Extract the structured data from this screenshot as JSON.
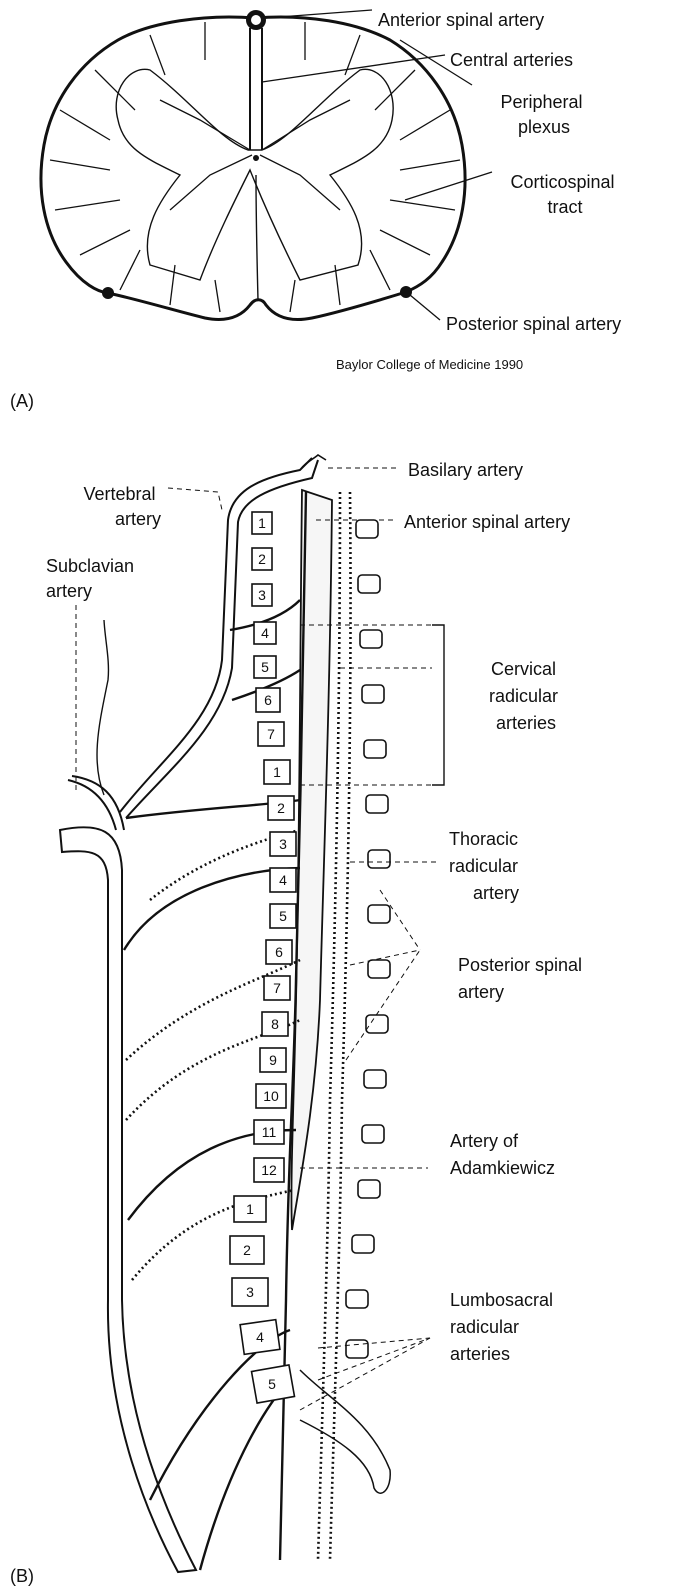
{
  "panel_a": {
    "panel_label": "(A)",
    "credit": "Baylor College of Medicine 1990",
    "labels": {
      "anterior_spinal_artery": "Anterior spinal artery",
      "central_arteries": "Central arteries",
      "peripheral_plexus": [
        "Peripheral",
        "plexus"
      ],
      "corticospinal_tract": [
        "Corticospinal",
        "tract"
      ],
      "posterior_spinal_artery": "Posterior spinal artery"
    }
  },
  "panel_b": {
    "panel_label": "(B)",
    "labels": {
      "basilary_artery": "Basilary artery",
      "vertebral_artery": [
        "Vertebral",
        "artery"
      ],
      "anterior_spinal_artery": "Anterior spinal artery",
      "subclavian_artery": [
        "Subclavian",
        "artery"
      ],
      "cervical_radicular_arteries": [
        "Cervical",
        "radicular",
        "arteries"
      ],
      "thoracic_radicular_artery": [
        "Thoracic",
        "radicular",
        "artery"
      ],
      "posterior_spinal_artery": [
        "Posterior spinal",
        "artery"
      ],
      "artery_of_adamkiewicz": [
        "Artery of",
        "Adamkiewicz"
      ],
      "lumbosacral_radicular_arteries": [
        "Lumbosacral",
        "radicular",
        "arteries"
      ]
    },
    "vertebrae": {
      "cervical": [
        "1",
        "2",
        "3",
        "4",
        "5",
        "6",
        "7"
      ],
      "thoracic": [
        "1",
        "2",
        "3",
        "4",
        "5",
        "6",
        "7",
        "8",
        "9",
        "10",
        "11",
        "12"
      ],
      "lumbar": [
        "1",
        "2",
        "3",
        "4",
        "5"
      ]
    }
  }
}
